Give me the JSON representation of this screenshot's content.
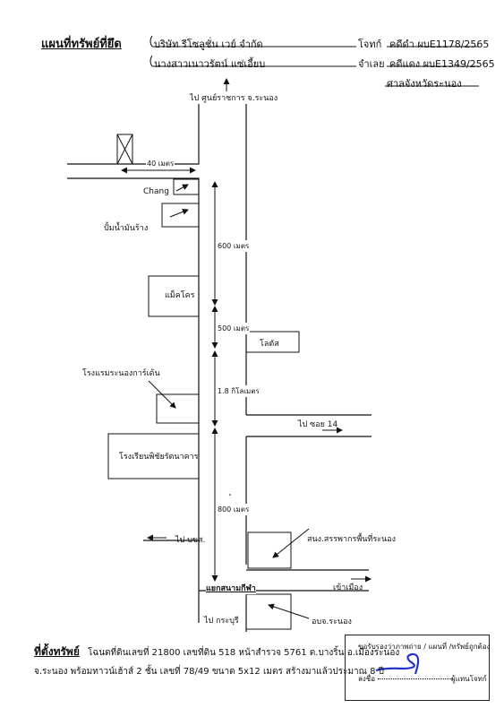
{
  "header": {
    "title": "แผนที่ทรัพย์ที่ยึด",
    "plaintiff": "บริษัท รีโซลูชั่น เวย์ จำกัด",
    "plaintiff_role": "โจทก์",
    "case_black": "คดีดำ ผบE1178/2565",
    "defendant": "นางสาวเนาวรัตน์   แซ่เอี้ยบ",
    "defendant_role": "จำเลย",
    "case_red": "คดีแดง ผบE1349/2565",
    "court": "ศาลจังหวัดระนอง"
  },
  "map": {
    "to_government_center": "ไป ศูนย์ราชการ จ.ระนอง",
    "dist_40m": "40 เมตร",
    "chang": "Chang",
    "gas_station": "ปั้มน้ำมันร้าง",
    "dist_600m": "600 เมตร",
    "makro": "แม็คโคร",
    "dist_500m": "500 เมตร",
    "lotus": "โลตัส",
    "hotel": "โรงแรมระนองการ์เด้น",
    "dist_1_8km": "1.8 กิโลเมตร",
    "to_soi_14": "ไป ซอย 14",
    "school": "โรงเรียนพิชัยรัตนาคาร",
    "dist_800m": "800 เมตร",
    "tax_office": "สนง.สรรพากรพื้นที่ระนอง",
    "to_bks": "ไป บขส.",
    "intersection": "แยกสนามกีฬา",
    "to_town": "เข้าเมือง",
    "to_kraburi": "ไป กระบุรี",
    "district_office": "อบจ.ระนอง"
  },
  "footer": {
    "location_label": "ที่ตั้งทรัพย์",
    "line1": "โฉนดที่ดินเลขที่ 21800 เลขที่ดิน 518 หน้าสำรวจ 5761 ต.บางริ้น อ.เมืองระนอง",
    "line2": "จ.ระนอง พร้อมทาวน์เฮ้าส์ 2 ชั้น เลขที่ 78/49 ขนาด 5x12 เมตร สร้างมาแล้วประมาณ 8 ปี"
  },
  "stamp": {
    "heading": "ขอรับรองว่าภาพถ่าย / แผนที่ /ทรัพย์ถูกต้อง",
    "sign_label": "ลงชื่อ",
    "role": "ผู้แทนโจทก์"
  }
}
